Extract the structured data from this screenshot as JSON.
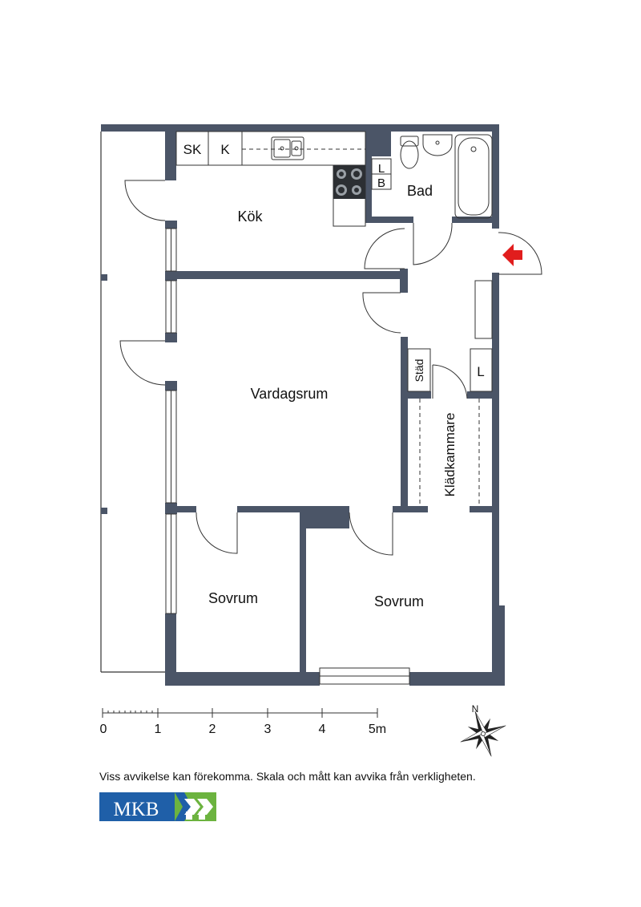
{
  "colors": {
    "wall": "#4b5567",
    "line": "#333333",
    "entrance": "#e11d1d",
    "logo_blue": "#1f5fa8",
    "logo_green": "#6cb33f"
  },
  "rooms": {
    "kitchen": "Kök",
    "bath": "Bad",
    "living": "Vardagsrum",
    "bedroom_left": "Sovrum",
    "bedroom_right": "Sovrum",
    "closet": "Klädkammare",
    "cleaning": "Städ",
    "storage": "L"
  },
  "fixtures": {
    "sk": "SK",
    "k": "K",
    "l": "L",
    "b": "B"
  },
  "scale": {
    "ticks": [
      "0",
      "1",
      "2",
      "3",
      "4",
      "5m"
    ]
  },
  "compass": {
    "north": "N"
  },
  "disclaimer": "Viss avvikelse kan förekomma. Skala och mått kan avvika från verkligheten.",
  "logo": {
    "text": "MKB"
  }
}
